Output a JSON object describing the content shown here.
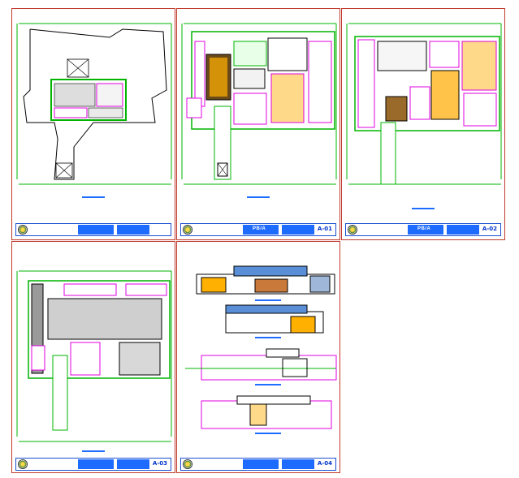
{
  "sheets": [
    {
      "id": "A-1",
      "label": "",
      "number": ""
    },
    {
      "id": "A-2",
      "label": "PB/A",
      "number": "A-01"
    },
    {
      "id": "A-3",
      "label": "PB/A",
      "number": "A-02"
    },
    {
      "id": "A-4",
      "label": "",
      "number": "A-03"
    },
    {
      "id": "A-5",
      "label": "",
      "number": "A-04"
    }
  ],
  "colors": {
    "sheet_border": "#c0392b",
    "wall": "#000000",
    "outline_green": "#00b400",
    "magenta": "#e000e0",
    "titleblock_blue": "#1e6bff",
    "furniture_yellow": "#ffb000"
  }
}
